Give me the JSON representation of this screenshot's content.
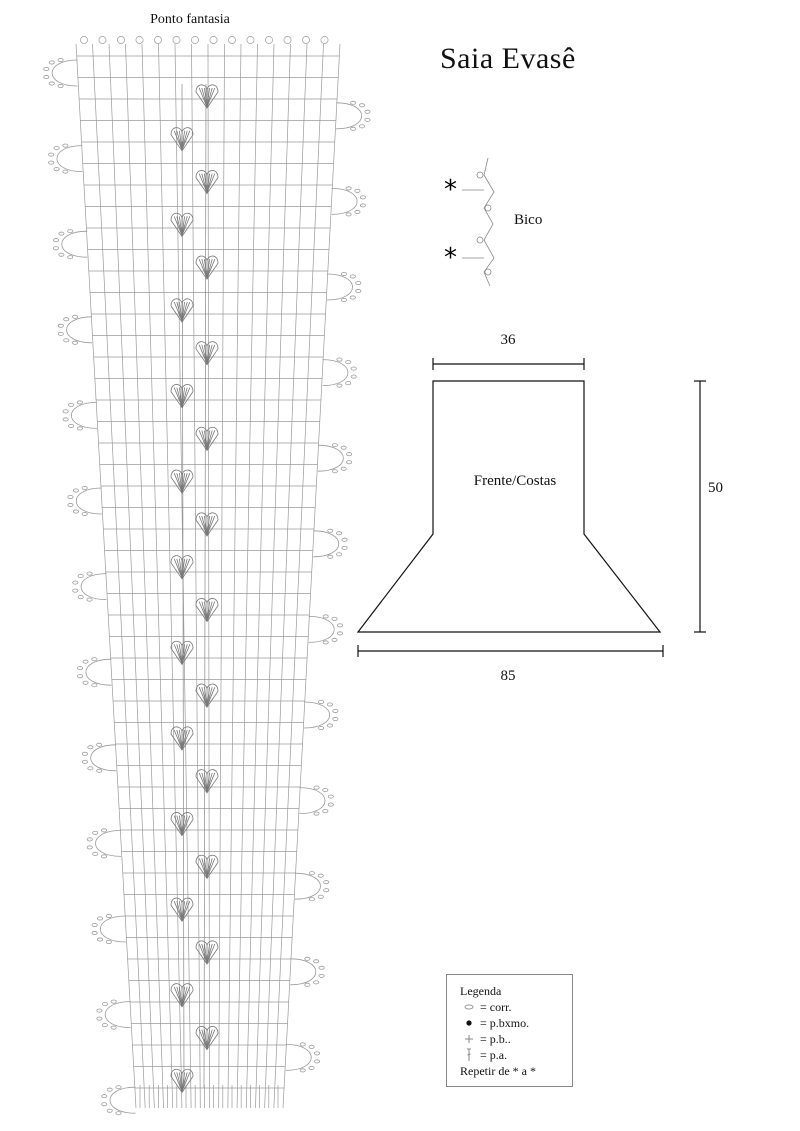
{
  "chart_title": "Ponto fantasia",
  "page_title": "Saia Evasê",
  "edging": {
    "label": "Bico",
    "marker_top": "*",
    "marker_bottom": "*"
  },
  "schematic": {
    "panel_label": "Frente/Costas",
    "dim_top": "36",
    "dim_right": "50",
    "dim_bottom": "85"
  },
  "legend": {
    "title": "Legenda",
    "items": [
      {
        "icon": "chain-oval-icon",
        "text": "corr."
      },
      {
        "icon": "dot-icon",
        "text": "p.bxmo."
      },
      {
        "icon": "cross-icon",
        "text": "p.b.."
      },
      {
        "icon": "tall-stitch-icon",
        "text": "p.a."
      }
    ],
    "eq": "=",
    "repeat_note": "Repetir de * a *"
  }
}
